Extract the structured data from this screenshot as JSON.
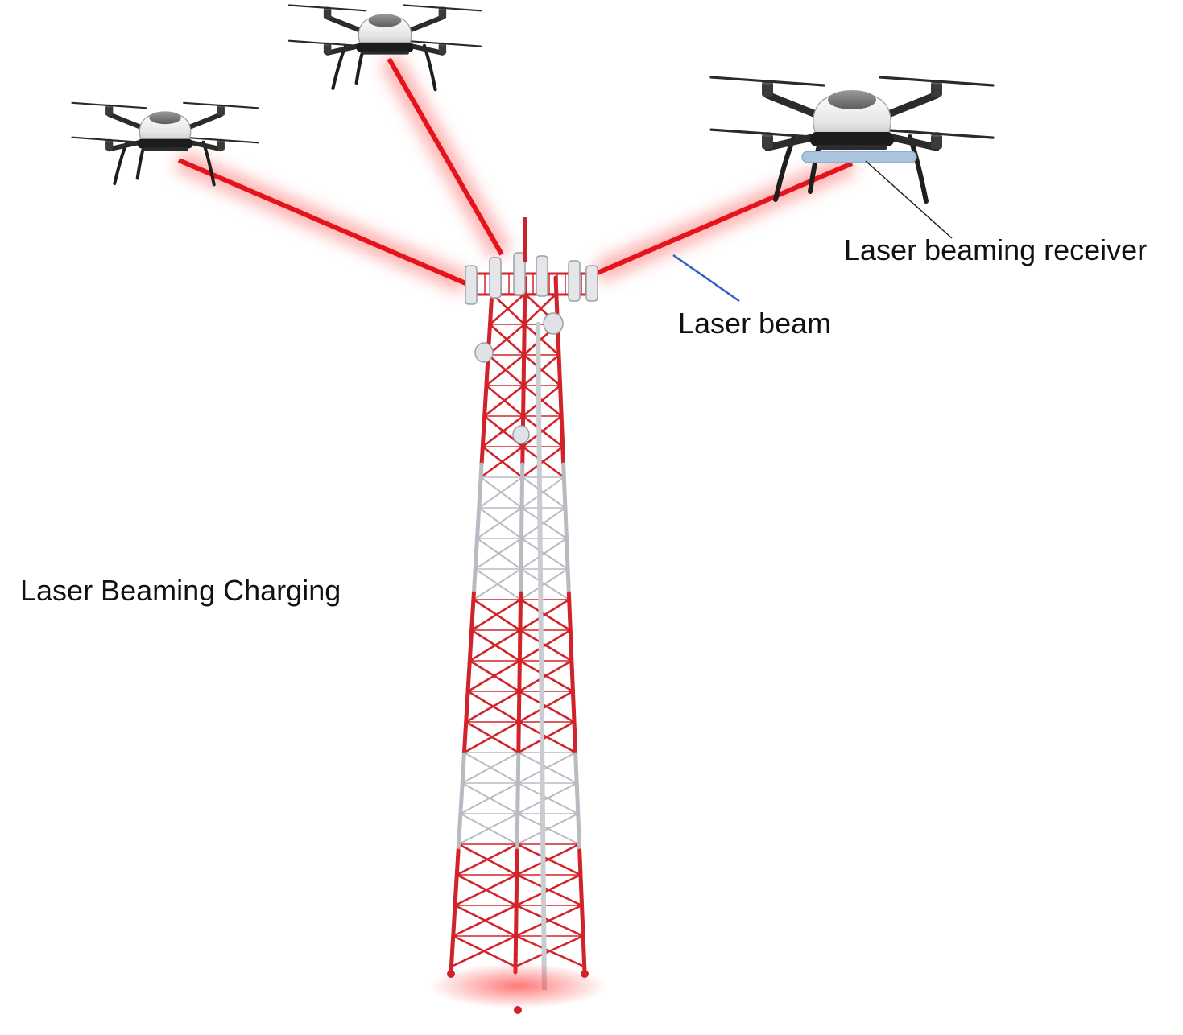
{
  "labels": {
    "receiver": "Laser beaming receiver",
    "beam": "Laser beam",
    "title": "Laser Beaming Charging"
  },
  "colors": {
    "laser": "#e3141c",
    "laser_glow": "#ff6b6b",
    "tower_red": "#d2232a",
    "tower_white": "#b8bcc2",
    "drone_body": "#f2f2f2",
    "drone_arm": "#2b2b2b",
    "receiver_pad": "#a9c4dc",
    "pointer_blue": "#2a5fc4",
    "pointer_dark": "#222222"
  },
  "icons": [
    "drone-icon",
    "cell-tower-icon",
    "antenna-icon"
  ]
}
